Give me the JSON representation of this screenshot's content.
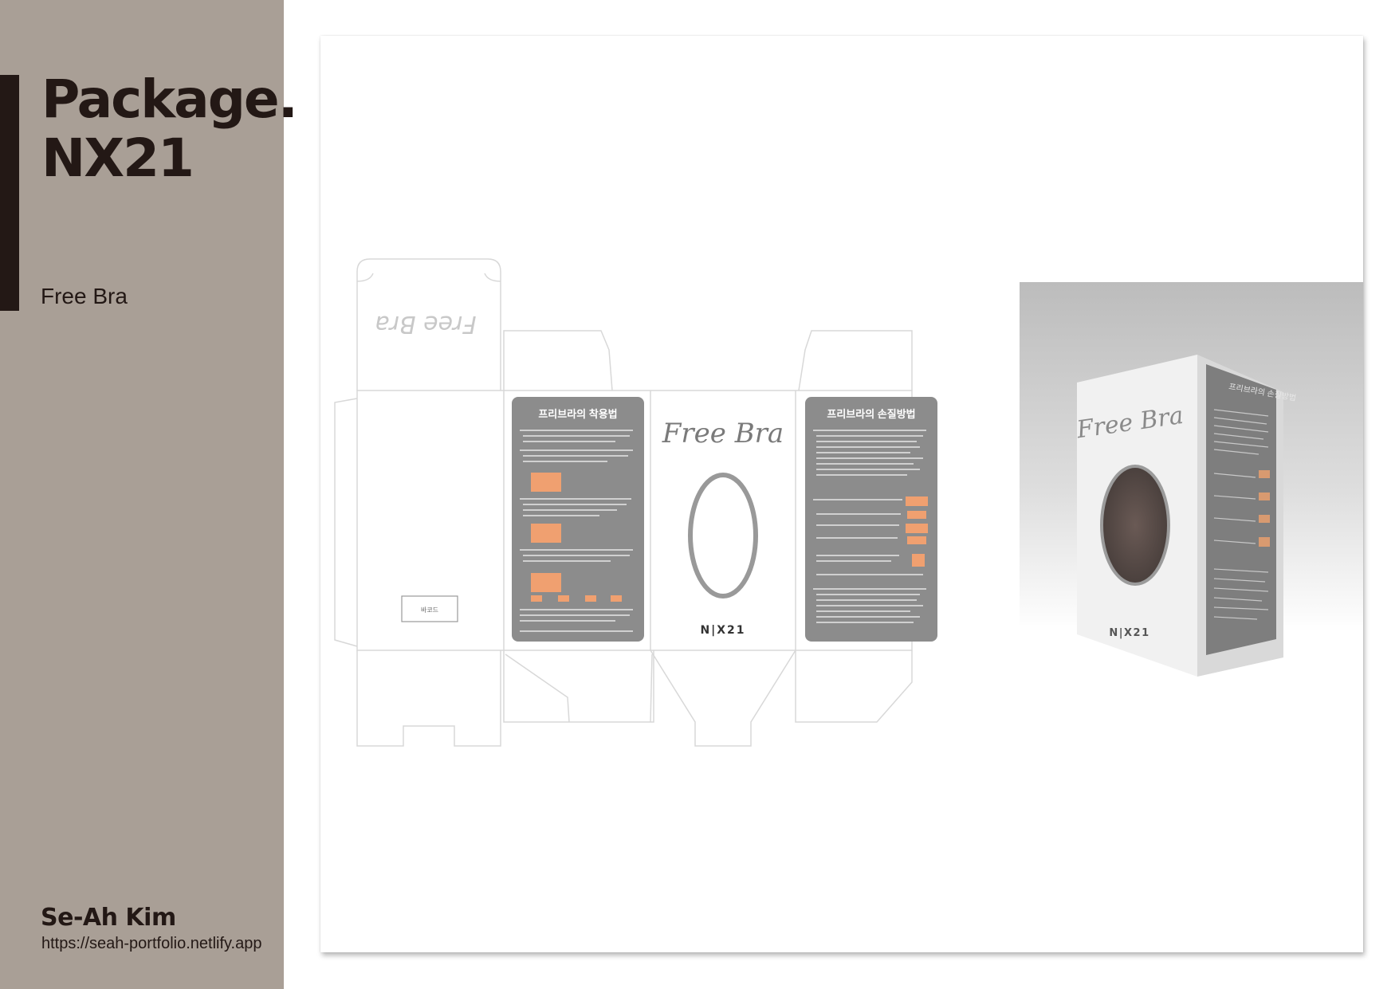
{
  "sidebar": {
    "title": "Package.\nNX21",
    "subtitle": "Free Bra",
    "author": "Se-Ah Kim",
    "url": "https://seah-portfolio.netlify.app"
  },
  "package": {
    "script_logo": "Free Bra",
    "brand_logo": "N|X21",
    "panel_left_title": "프리브라의 착용법",
    "panel_right_title": "프리브라의 손질방법",
    "photo_panel_title": "프리브라의 손질방법",
    "barcode_label": "바코드"
  },
  "colors": {
    "sidebar": "#a99f96",
    "accent": "#231815",
    "panel": "#8c8c8c",
    "highlight": "#f0a070"
  }
}
